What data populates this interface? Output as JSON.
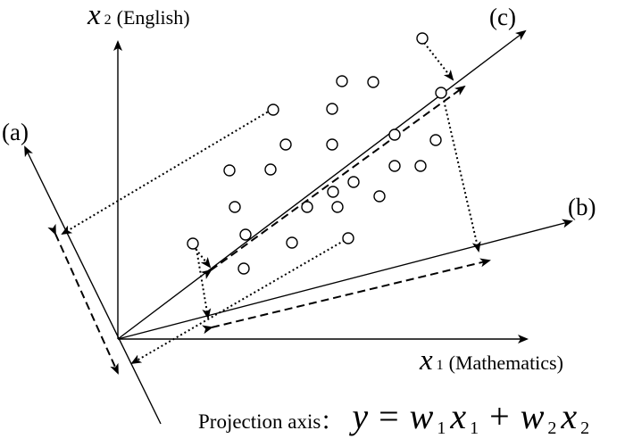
{
  "axes": {
    "x1": {
      "var": "x",
      "sub": "1",
      "name": "(Mathematics)"
    },
    "x2": {
      "var": "x",
      "sub": "2",
      "name": "(English)"
    }
  },
  "projection_labels": {
    "a": "(a)",
    "b": "(b)",
    "c": "(c)"
  },
  "formula": {
    "prefix": "Projection axis：",
    "y": "y",
    "equals": "=",
    "w1": "w",
    "w1_sub": "1",
    "x1": "x",
    "x1_sub": "1",
    "plus": "+",
    "w2": "w",
    "w2_sub": "2",
    "x2": "x",
    "x2_sub": "2"
  },
  "colors": {
    "ink": "#000000",
    "background": "#ffffff"
  }
}
